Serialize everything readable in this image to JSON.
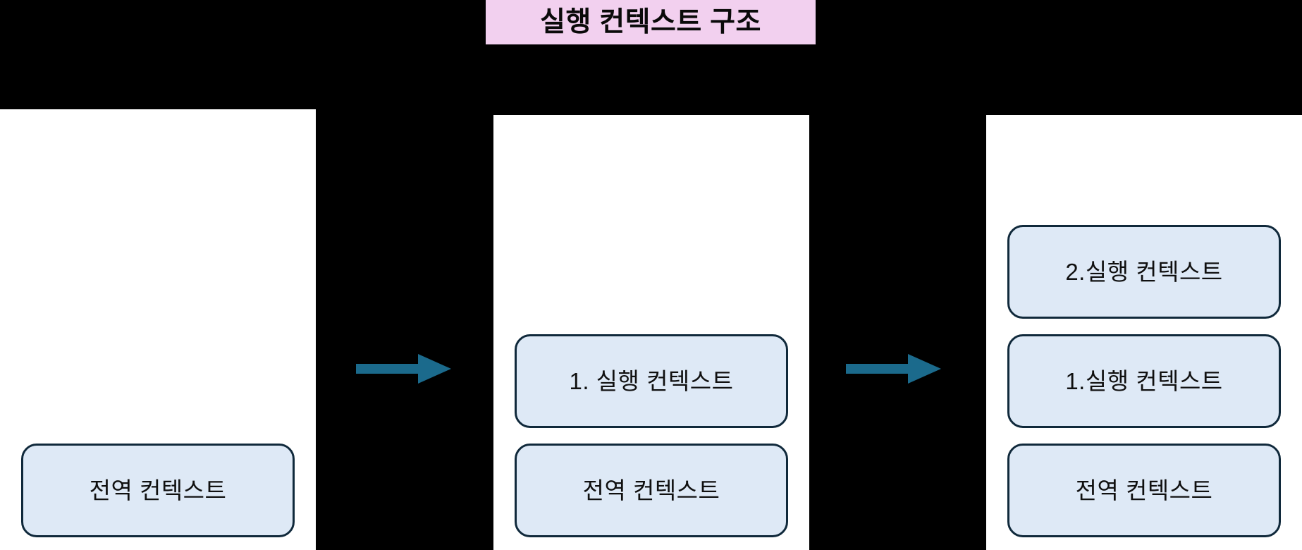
{
  "title": {
    "text": "실행 컨텍스트 구조",
    "background_color": "#F2D0EF",
    "text_color": "#0A0A0A"
  },
  "colors": {
    "page_background": "#000000",
    "panel_background": "#FFFFFF",
    "box_fill": "#DEE9F6",
    "box_border": "#10293B",
    "arrow": "#1B6A8C"
  },
  "stages": [
    {
      "name": "stage-1",
      "boxes": [
        {
          "label": "전역 컨텍스트"
        }
      ]
    },
    {
      "name": "stage-2",
      "boxes": [
        {
          "label": "1. 실행 컨텍스트"
        },
        {
          "label": "전역 컨텍스트"
        }
      ]
    },
    {
      "name": "stage-3",
      "boxes": [
        {
          "label": "2.실행 컨텍스트"
        },
        {
          "label": "1.실행 컨텍스트"
        },
        {
          "label": "전역 컨텍스트"
        }
      ]
    }
  ],
  "arrows": [
    {
      "name": "arrow-stage1-to-stage2",
      "direction": "right"
    },
    {
      "name": "arrow-stage2-to-stage3",
      "direction": "right"
    }
  ]
}
